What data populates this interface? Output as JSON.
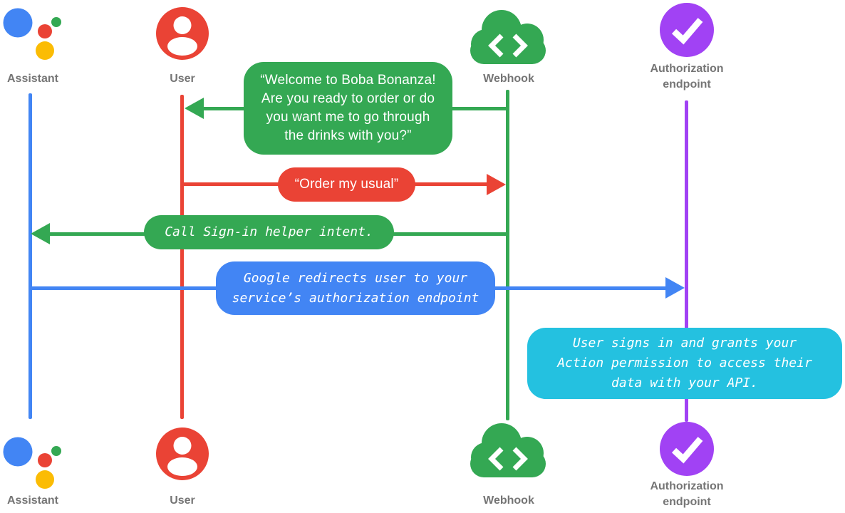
{
  "diagram_type": "sequence-diagram",
  "colors": {
    "assistant_blue": "#4285F4",
    "user_red": "#EA4335",
    "webhook_green": "#34A853",
    "assistant_yellow": "#FBBC04",
    "auth_purple": "#A142F4",
    "note_cyan": "#24C1E0",
    "label_gray": "#757575",
    "bubble_text": "#FFFFFF"
  },
  "actors": {
    "assistant": {
      "label": "Assistant",
      "icon": "google-assistant-icon"
    },
    "user": {
      "label": "User",
      "icon": "user-icon"
    },
    "webhook": {
      "label": "Webhook",
      "icon": "cloud-code-icon"
    },
    "auth": {
      "label": "Authorization endpoint",
      "icon": "check-circle-icon"
    }
  },
  "messages": {
    "welcome": {
      "from": "Webhook",
      "to": "User",
      "style": "speech",
      "lines": {
        "0": "“Welcome to Boba Bonanza!",
        "1": "Are you ready to order or do",
        "2": "you want me to go through",
        "3": "the drinks with you?”"
      }
    },
    "order": {
      "from": "User",
      "to": "Webhook",
      "style": "speech",
      "text": "“Order my usual”"
    },
    "signin": {
      "from": "Webhook",
      "to": "Assistant",
      "style": "code",
      "text": "Call Sign-in helper intent."
    },
    "redirect": {
      "from": "Assistant",
      "to": "Authorization endpoint",
      "style": "code",
      "lines": {
        "0": "Google redirects user to your",
        "1": "service’s authorization endpoint"
      }
    },
    "grant": {
      "at": "Authorization endpoint",
      "style": "code",
      "lines": {
        "0": "User signs in and grants your",
        "1": "Action permission to access their",
        "2": "data with your API."
      }
    }
  }
}
